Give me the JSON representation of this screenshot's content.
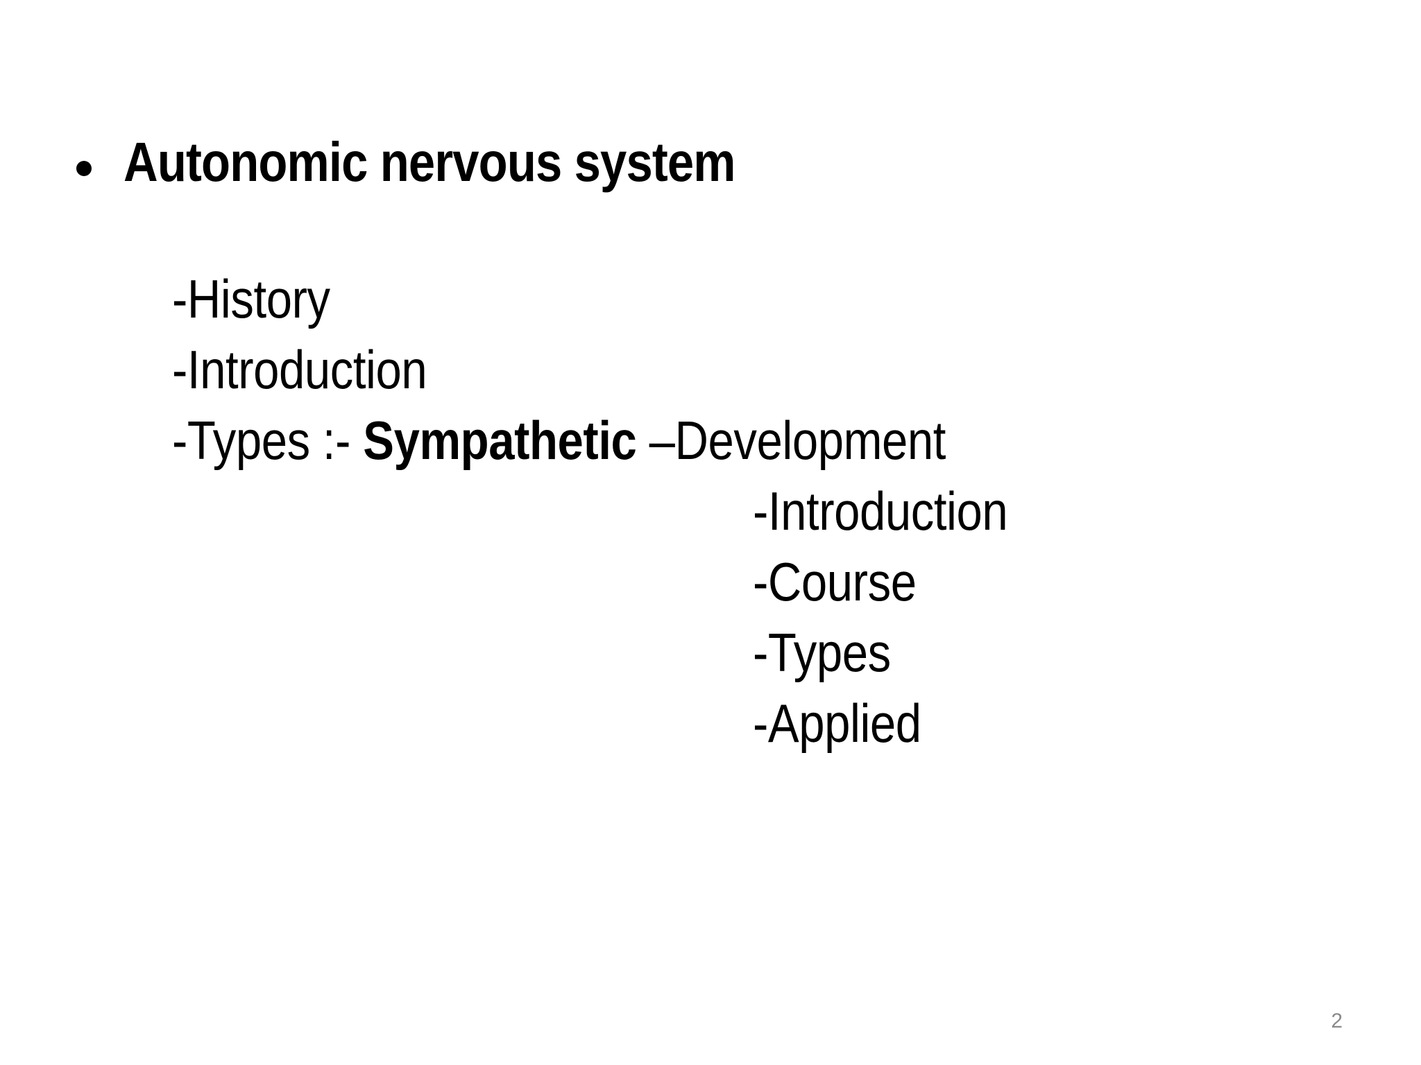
{
  "slide": {
    "background_color": "#ffffff",
    "text_color": "#000000",
    "page_number": "2",
    "page_number_color": "#8a8a8a",
    "bullet_glyph": "•"
  },
  "outline": {
    "heading": "Autonomic nervous system",
    "level2": [
      {
        "label": "-History"
      },
      {
        "label": "-Introduction"
      }
    ],
    "types_line": {
      "prefix": "-Types :- ",
      "bold": "Sympathetic",
      "suffix": " –Development"
    },
    "level3": [
      {
        "label": "-Introduction"
      },
      {
        "label": "-Course"
      },
      {
        "label": "-Types"
      },
      {
        "label": "-Applied"
      }
    ]
  }
}
